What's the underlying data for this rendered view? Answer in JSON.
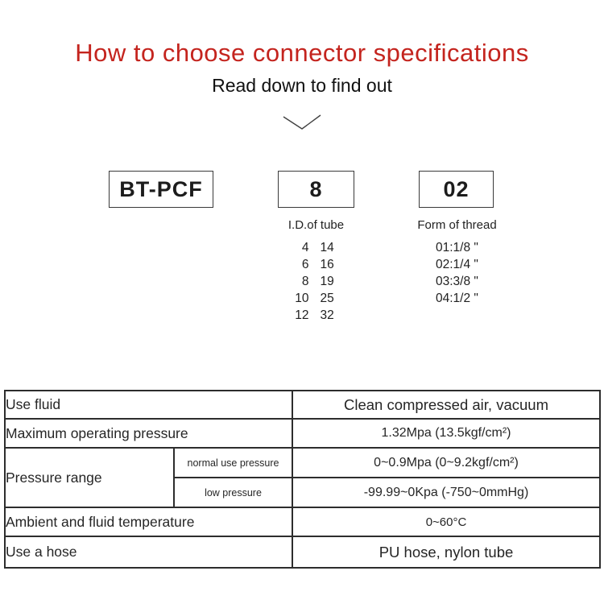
{
  "colors": {
    "title_red": "#c4241e",
    "row_beige": "#f4ecdf",
    "table_border": "#2d2d2d"
  },
  "header": {
    "title": "How to choose connector specifications",
    "subtitle": "Read down to find out",
    "chevron_icon": "chevron-down"
  },
  "model": {
    "prefix_box": "BT-PCF",
    "size_box": "8",
    "thread_box": "02",
    "size_caption": "I.D.of tube",
    "thread_caption": "Form of thread",
    "tube_rows": [
      [
        "4",
        "14"
      ],
      [
        "6",
        "16"
      ],
      [
        "8",
        "19"
      ],
      [
        "10",
        "25"
      ],
      [
        "12",
        "32"
      ]
    ],
    "thread_options": [
      "01:1/8 \"",
      "02:1/4 \"",
      "03:3/8 \"",
      "04:1/2 \""
    ]
  },
  "spec_table": {
    "use_fluid": {
      "label": "Use fluid",
      "value": "Clean compressed air, vacuum"
    },
    "max_pressure": {
      "label": "Maximum operating pressure",
      "value": "1.32Mpa (13.5kgf/cm²)"
    },
    "pressure_range": {
      "label": "Pressure range",
      "normal": {
        "label": "normal use pressure",
        "value": "0~0.9Mpa (0~9.2kgf/cm²)"
      },
      "low": {
        "label": "low pressure",
        "value": "-99.99~0Kpa (-750~0mmHg)"
      }
    },
    "temperature": {
      "label": "Ambient and fluid temperature",
      "value": "0~60°C"
    },
    "hose": {
      "label": "Use a hose",
      "value": "PU hose, nylon tube"
    }
  }
}
